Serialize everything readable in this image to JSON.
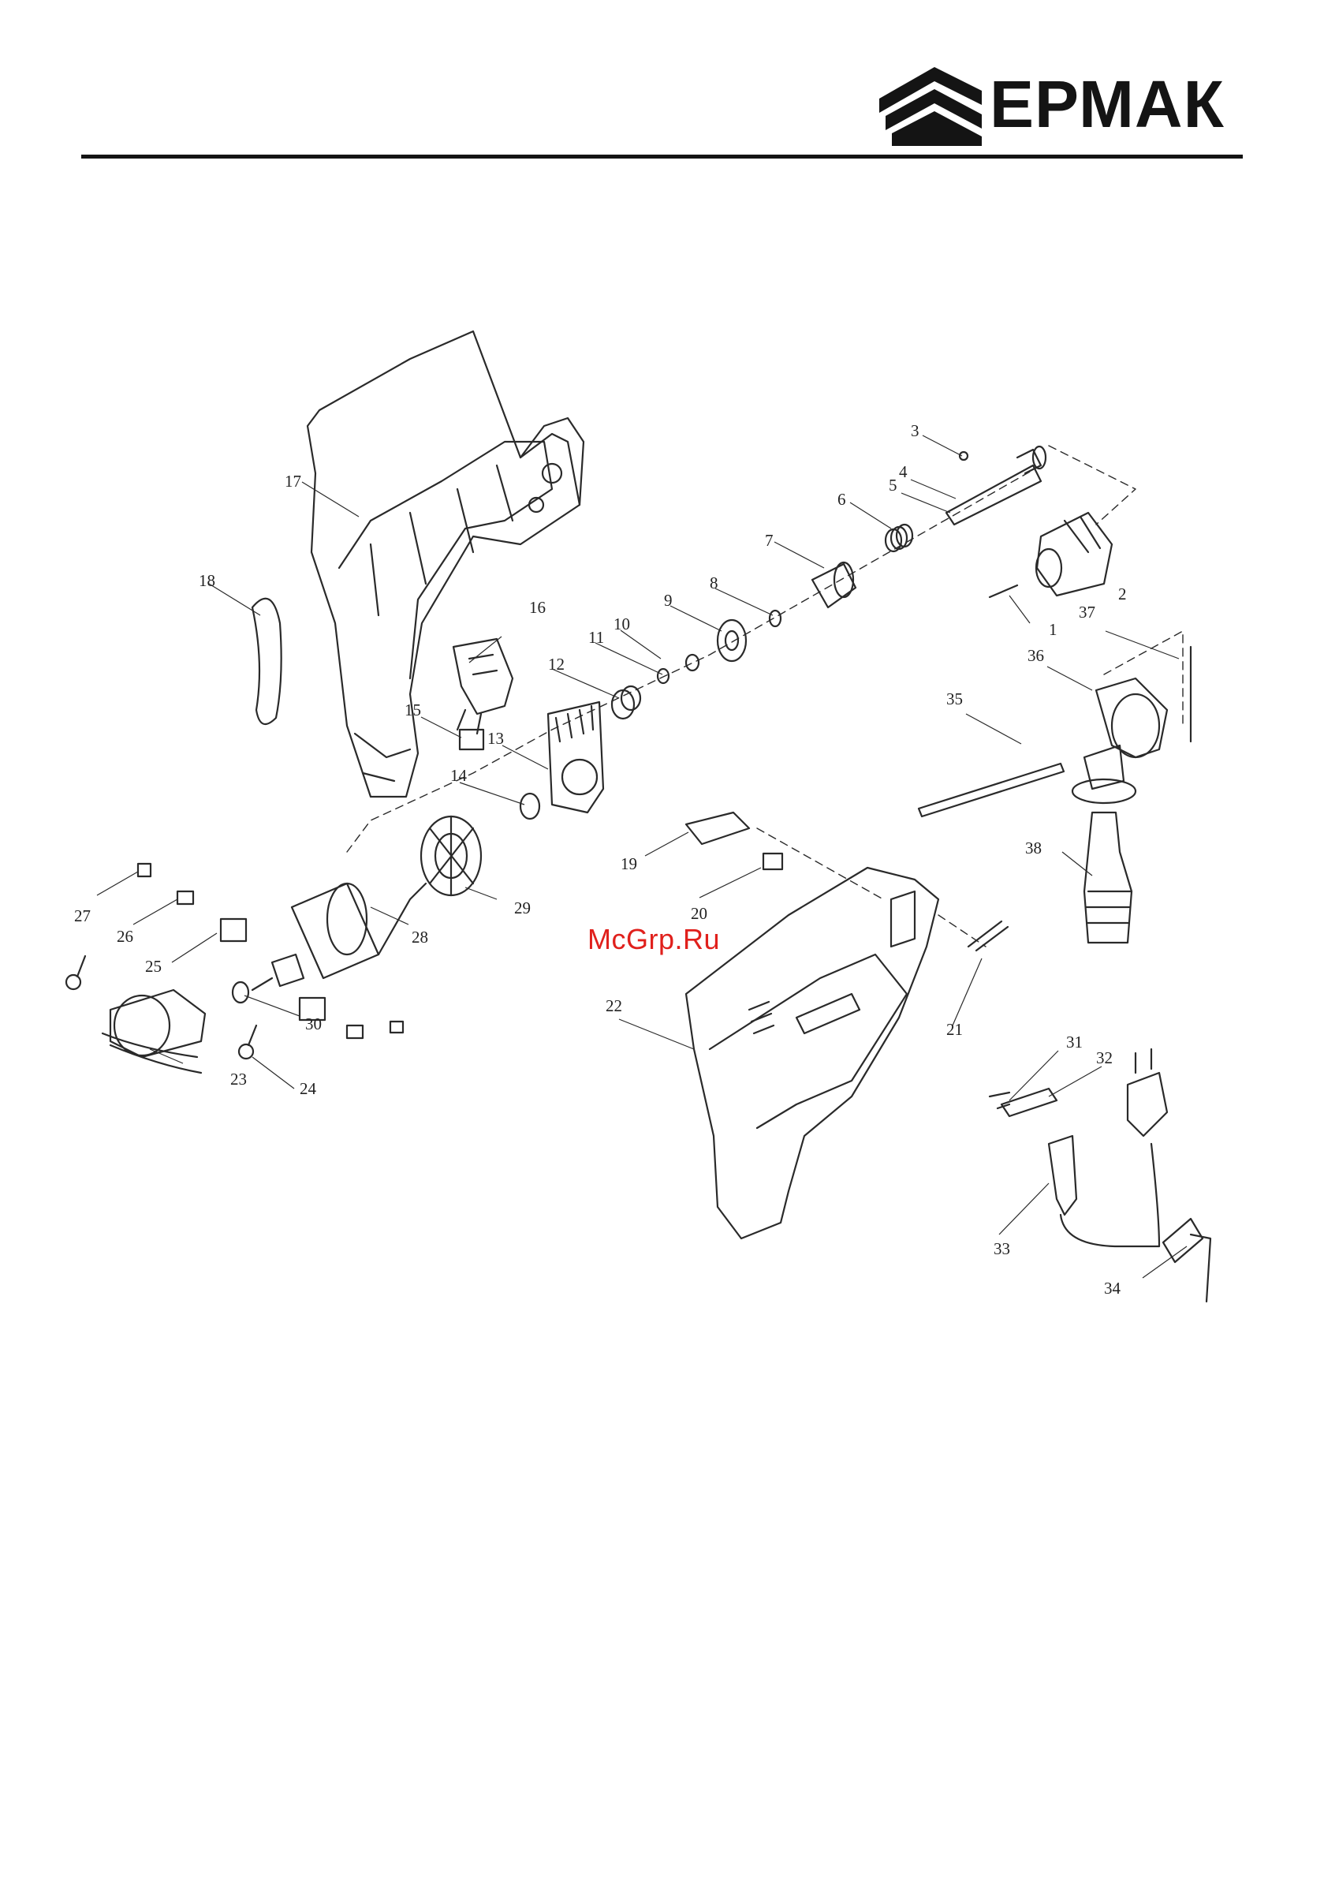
{
  "brand": {
    "name": "ЕРМАК",
    "color": "#141414"
  },
  "watermark": {
    "text": "McGrp.Ru",
    "color": "#e0201c"
  },
  "callouts": [
    {
      "num": "1"
    },
    {
      "num": "2"
    },
    {
      "num": "3"
    },
    {
      "num": "4"
    },
    {
      "num": "5"
    },
    {
      "num": "6"
    },
    {
      "num": "7"
    },
    {
      "num": "8"
    },
    {
      "num": "9"
    },
    {
      "num": "10"
    },
    {
      "num": "11"
    },
    {
      "num": "12"
    },
    {
      "num": "13"
    },
    {
      "num": "14"
    },
    {
      "num": "15"
    },
    {
      "num": "16"
    },
    {
      "num": "17"
    },
    {
      "num": "18"
    },
    {
      "num": "19"
    },
    {
      "num": "20"
    },
    {
      "num": "21"
    },
    {
      "num": "22"
    },
    {
      "num": "23"
    },
    {
      "num": "24"
    },
    {
      "num": "25"
    },
    {
      "num": "26"
    },
    {
      "num": "27"
    },
    {
      "num": "28"
    },
    {
      "num": "29"
    },
    {
      "num": "30"
    },
    {
      "num": "31"
    },
    {
      "num": "32"
    },
    {
      "num": "33"
    },
    {
      "num": "34"
    },
    {
      "num": "35"
    },
    {
      "num": "36"
    },
    {
      "num": "37"
    },
    {
      "num": "38"
    }
  ]
}
